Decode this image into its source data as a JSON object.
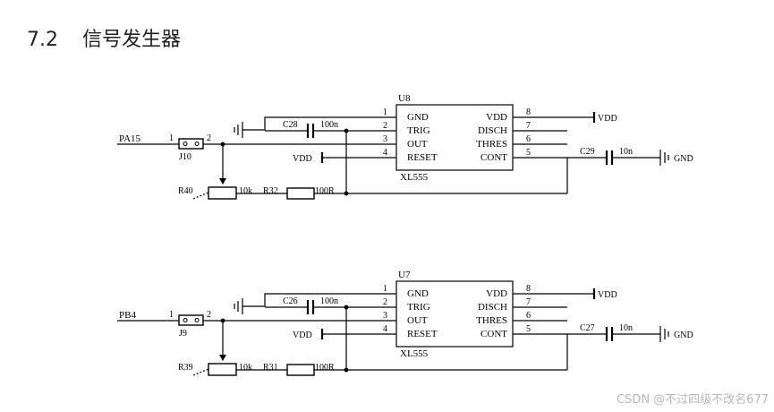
{
  "heading": {
    "number": "7.2",
    "title": "信号发生器"
  },
  "circuits": [
    {
      "ic": {
        "ref": "U8",
        "part": "XL555",
        "left_pins": [
          {
            "num": "1",
            "name": "GND"
          },
          {
            "num": "2",
            "name": "TRIG"
          },
          {
            "num": "3",
            "name": "OUT"
          },
          {
            "num": "4",
            "name": "RESET"
          }
        ],
        "right_pins": [
          {
            "num": "8",
            "name": "VDD"
          },
          {
            "num": "7",
            "name": "DISCH"
          },
          {
            "num": "6",
            "name": "THRES"
          },
          {
            "num": "5",
            "name": "CONT"
          }
        ]
      },
      "input_net": "PA15",
      "jumper": {
        "ref": "J10",
        "pin1": "1",
        "pin2": "2"
      },
      "timing_cap": {
        "ref": "C28",
        "value": "100n"
      },
      "pot": {
        "ref": "R40",
        "value": "10k"
      },
      "resistor": {
        "ref": "R32",
        "value": "100R"
      },
      "ctrl_cap": {
        "ref": "C29",
        "value": "10n"
      },
      "supply": "VDD",
      "ground": "GND"
    },
    {
      "ic": {
        "ref": "U7",
        "part": "XL555",
        "left_pins": [
          {
            "num": "1",
            "name": "GND"
          },
          {
            "num": "2",
            "name": "TRIG"
          },
          {
            "num": "3",
            "name": "OUT"
          },
          {
            "num": "4",
            "name": "RESET"
          }
        ],
        "right_pins": [
          {
            "num": "8",
            "name": "VDD"
          },
          {
            "num": "7",
            "name": "DISCH"
          },
          {
            "num": "6",
            "name": "THRES"
          },
          {
            "num": "5",
            "name": "CONT"
          }
        ]
      },
      "input_net": "PB4",
      "jumper": {
        "ref": "J9",
        "pin1": "1",
        "pin2": "2"
      },
      "timing_cap": {
        "ref": "C26",
        "value": "100n"
      },
      "pot": {
        "ref": "R39",
        "value": "10k"
      },
      "resistor": {
        "ref": "R31",
        "value": "100R"
      },
      "ctrl_cap": {
        "ref": "C27",
        "value": "10n"
      },
      "supply": "VDD",
      "ground": "GND"
    }
  ],
  "watermark": "CSDN @不过四级不改名677"
}
